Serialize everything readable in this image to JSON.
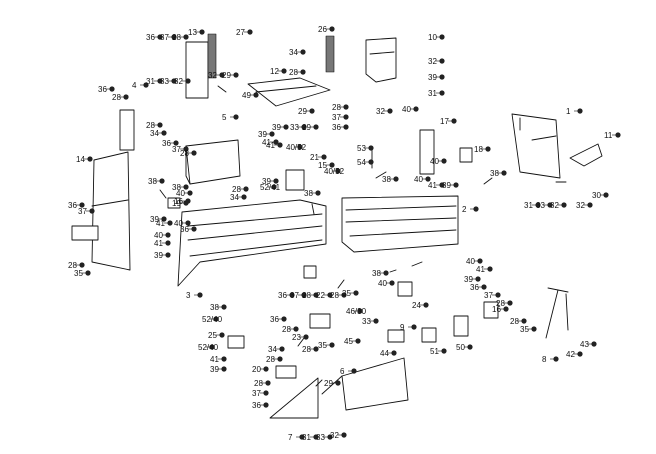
{
  "diagram": {
    "background": "#ffffff",
    "ink": "#111111",
    "labels": [
      {
        "text": "36"
      },
      {
        "text": "37"
      },
      {
        "text": "28"
      },
      {
        "text": "13"
      },
      {
        "text": "27"
      },
      {
        "text": "26"
      },
      {
        "text": "10"
      },
      {
        "text": "31"
      },
      {
        "text": "33"
      },
      {
        "text": "32"
      },
      {
        "text": "32"
      },
      {
        "text": "29"
      },
      {
        "text": "34"
      },
      {
        "text": "28"
      },
      {
        "text": "32"
      },
      {
        "text": "39"
      },
      {
        "text": "31"
      },
      {
        "text": "4"
      },
      {
        "text": "36"
      },
      {
        "text": "28"
      },
      {
        "text": "12"
      },
      {
        "text": "49"
      },
      {
        "text": "29"
      },
      {
        "text": "32"
      },
      {
        "text": "28"
      },
      {
        "text": "37"
      },
      {
        "text": "36"
      },
      {
        "text": "33"
      },
      {
        "text": "29"
      },
      {
        "text": "39"
      },
      {
        "text": "41"
      },
      {
        "text": "40"
      },
      {
        "text": "1"
      },
      {
        "text": "11"
      },
      {
        "text": "28"
      },
      {
        "text": "34"
      },
      {
        "text": "5"
      },
      {
        "text": "36"
      },
      {
        "text": "37"
      },
      {
        "text": "28"
      },
      {
        "text": "39"
      },
      {
        "text": "41"
      },
      {
        "text": "40/52"
      },
      {
        "text": "17"
      },
      {
        "text": "53"
      },
      {
        "text": "54"
      },
      {
        "text": "14"
      },
      {
        "text": "21"
      },
      {
        "text": "15"
      },
      {
        "text": "18"
      },
      {
        "text": "40"
      },
      {
        "text": "40/52"
      },
      {
        "text": "38"
      },
      {
        "text": "38"
      },
      {
        "text": "40"
      },
      {
        "text": "41"
      },
      {
        "text": "39"
      },
      {
        "text": "38"
      },
      {
        "text": "38"
      },
      {
        "text": "39"
      },
      {
        "text": "52/41"
      },
      {
        "text": "28"
      },
      {
        "text": "34"
      },
      {
        "text": "31"
      },
      {
        "text": "33"
      },
      {
        "text": "32"
      },
      {
        "text": "32"
      },
      {
        "text": "30"
      },
      {
        "text": "38"
      },
      {
        "text": "40"
      },
      {
        "text": "19"
      },
      {
        "text": "16"
      },
      {
        "text": "2"
      },
      {
        "text": "36"
      },
      {
        "text": "37"
      },
      {
        "text": "39"
      },
      {
        "text": "41"
      },
      {
        "text": "40"
      },
      {
        "text": "36"
      },
      {
        "text": "40"
      },
      {
        "text": "41"
      },
      {
        "text": "39"
      },
      {
        "text": "28"
      },
      {
        "text": "35"
      },
      {
        "text": "40"
      },
      {
        "text": "41"
      },
      {
        "text": "38"
      },
      {
        "text": "40"
      },
      {
        "text": "39"
      },
      {
        "text": "3"
      },
      {
        "text": "36"
      },
      {
        "text": "37"
      },
      {
        "text": "28"
      },
      {
        "text": "22"
      },
      {
        "text": "28"
      },
      {
        "text": "35"
      },
      {
        "text": "24"
      },
      {
        "text": "36"
      },
      {
        "text": "37"
      },
      {
        "text": "28"
      },
      {
        "text": "16"
      },
      {
        "text": "28"
      },
      {
        "text": "35"
      },
      {
        "text": "38"
      },
      {
        "text": "52/40"
      },
      {
        "text": "36"
      },
      {
        "text": "28"
      },
      {
        "text": "46/30"
      },
      {
        "text": "33"
      },
      {
        "text": "9"
      },
      {
        "text": "25"
      },
      {
        "text": "23"
      },
      {
        "text": "45"
      },
      {
        "text": "52/40"
      },
      {
        "text": "28"
      },
      {
        "text": "41"
      },
      {
        "text": "35"
      },
      {
        "text": "44"
      },
      {
        "text": "51"
      },
      {
        "text": "50"
      },
      {
        "text": "8"
      },
      {
        "text": "42"
      },
      {
        "text": "43"
      },
      {
        "text": "39"
      },
      {
        "text": "34"
      },
      {
        "text": "28"
      },
      {
        "text": "20"
      },
      {
        "text": "6"
      },
      {
        "text": "28"
      },
      {
        "text": "29"
      },
      {
        "text": "37"
      },
      {
        "text": "36"
      },
      {
        "text": "7"
      },
      {
        "text": "31"
      },
      {
        "text": "33"
      },
      {
        "text": "32"
      }
    ]
  }
}
